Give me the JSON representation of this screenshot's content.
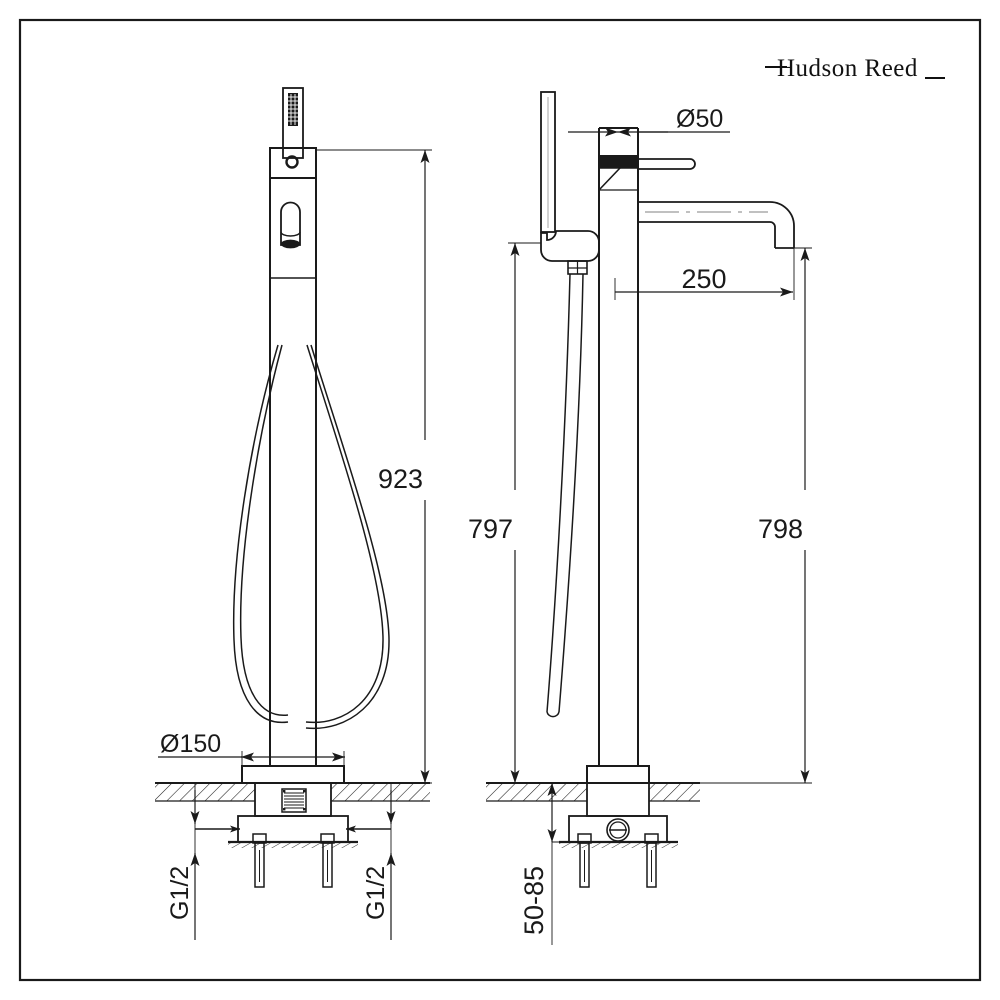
{
  "sheet": {
    "background_color": "#ffffff",
    "line_color": "#1a1a1a",
    "border": true
  },
  "brand": {
    "name": "Hudson Reed"
  },
  "product": {
    "type": "freestanding-bath-shower-mixer-tap",
    "views": [
      {
        "id": "front-view",
        "label": ""
      },
      {
        "id": "side-view",
        "label": ""
      }
    ]
  },
  "dimensions": {
    "front_view": [
      {
        "name": "overall-height",
        "value": "923",
        "unit": "mm",
        "orientation": "vertical"
      },
      {
        "name": "base-diameter",
        "value": "Ø150",
        "unit": "mm",
        "orientation": "horizontal"
      },
      {
        "name": "inlet-thread-left",
        "value": "G1/2",
        "unit": "",
        "orientation": "vertical"
      },
      {
        "name": "inlet-thread-right",
        "value": "G1/2",
        "unit": "",
        "orientation": "vertical"
      }
    ],
    "side_view": [
      {
        "name": "body-diameter",
        "value": "Ø50",
        "unit": "mm",
        "orientation": "horizontal"
      },
      {
        "name": "spout-projection",
        "value": "250",
        "unit": "mm",
        "orientation": "horizontal"
      },
      {
        "name": "handset-height",
        "value": "797",
        "unit": "mm",
        "orientation": "vertical"
      },
      {
        "name": "spout-height",
        "value": "798",
        "unit": "mm",
        "orientation": "vertical"
      },
      {
        "name": "floor-thickness-range",
        "value": "50-85",
        "unit": "mm",
        "orientation": "vertical"
      }
    ]
  }
}
